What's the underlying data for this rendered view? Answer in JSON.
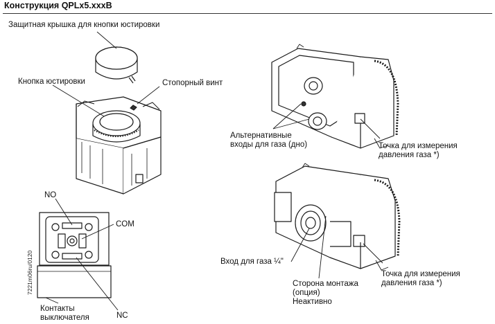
{
  "title": "Конструкция QPLx5.xxxB",
  "labels": {
    "protective_cap": "Защитная крышка для кнопки юстировки",
    "adjust_button": "Кнопка юстировки",
    "lock_screw": "Стопорный винт",
    "alt_inlets": [
      "Альтернативные",
      "входы для газа (дно)"
    ],
    "measure_point_top": [
      "Точка для измерения",
      "давления газа *)"
    ],
    "measure_point_bottom": [
      "Точка для измерения",
      "давления газа *)"
    ],
    "gas_inlet": "Вход для газа ¼\"",
    "mount_side": [
      "Сторона монтажа",
      "(опция)",
      "Неактивно"
    ],
    "no": "NO",
    "com": "COM",
    "nc": "NC",
    "switch_contacts": [
      "Контакты",
      "выключателя"
    ],
    "drawing_id": "7221m06ru/0120"
  }
}
